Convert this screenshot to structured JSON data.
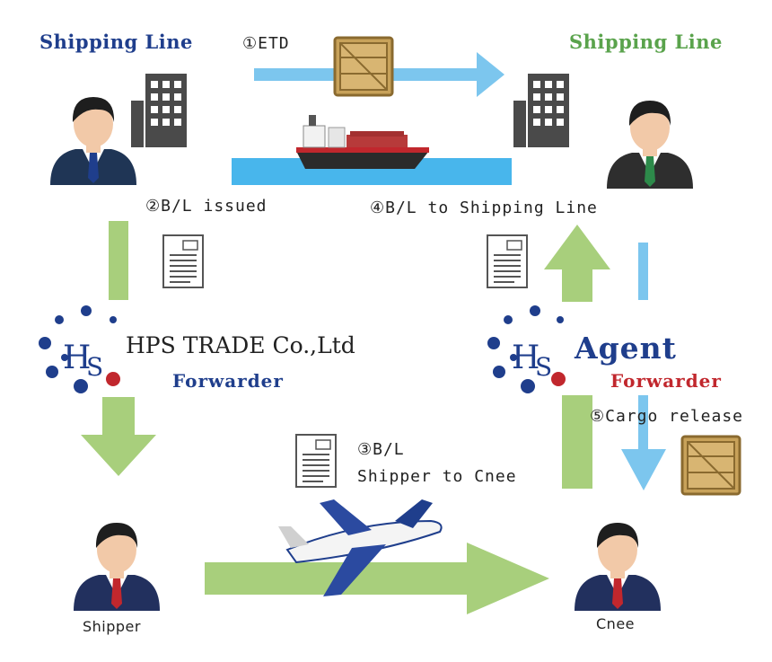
{
  "nodes": {
    "shipping_line_left": "Shipping Line",
    "shipping_line_right": "Shipping Line",
    "hps_company": "HPS TRADE Co.,Ltd",
    "forwarder_left": "Forwarder",
    "agent": "Agent",
    "forwarder_right": "Forwarder",
    "shipper": "Shipper",
    "cnee": "Cnee"
  },
  "steps": {
    "step1": "①ETD",
    "step2": "②B/L issued",
    "step3_line1": "③B/L",
    "step3_line2": "Shipper to Cnee",
    "step4": "④B/L to Shipping Line",
    "step5": "⑤Cargo release"
  },
  "document_tag": "B/L",
  "colors": {
    "navy": "#1f3e8c",
    "green_title": "#5aa34c",
    "arrow_green": "#a8cf7c",
    "arrow_blue": "#7cc6ee",
    "sea": "#48b6ec",
    "red": "#c1272d"
  }
}
